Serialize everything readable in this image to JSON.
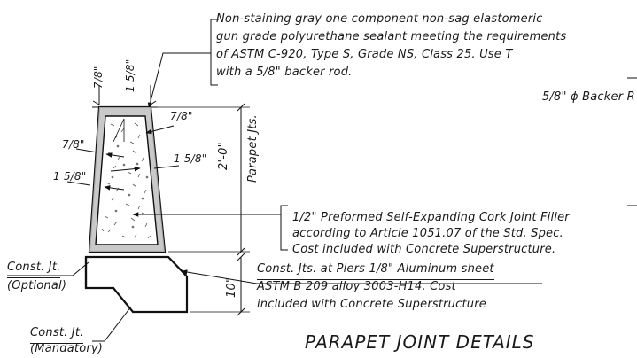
{
  "notes": {
    "sealant": [
      "Non-staining gray one component non-sag elastomeric",
      "gun grade polyurethane sealant meeting the requirements",
      "of ASTM C-920, Type S, Grade NS, Class 25. Use T",
      "with a 5/8\" backer rod."
    ],
    "backer_rod": "5/8\" ϕ Backer R",
    "cork": [
      "1/2\" Preformed Self-Expanding Cork Joint Filler",
      "according to Article 1051.07 of the Std. Spec.",
      "Cost included with Concrete Superstructure."
    ],
    "piers": [
      "Const. Jts. at Piers 1/8\" Aluminum sheet",
      "ASTM B 209 alloy 3003-H14.  Cost",
      "included with Concrete Superstructure"
    ]
  },
  "labels": {
    "const_jt_optional": [
      "Const. Jt.",
      "(Optional)"
    ],
    "const_jt_mandatory": [
      "Const. Jt.",
      "(Mandatory)"
    ],
    "parapet_jts": "Parapet Jts.",
    "dim_2_0": "2'-0\"",
    "dim_10": "10\""
  },
  "dimensions": {
    "top_left": "7/8\"",
    "top_right": "1 5/8\"",
    "inner_right": "7/8\"",
    "left_7_8": "7/8\"",
    "right_1_5_8": "1 5/8\"",
    "left_1_5_8": "1 5/8\""
  },
  "title": "PARAPET JOINT DETAILS"
}
